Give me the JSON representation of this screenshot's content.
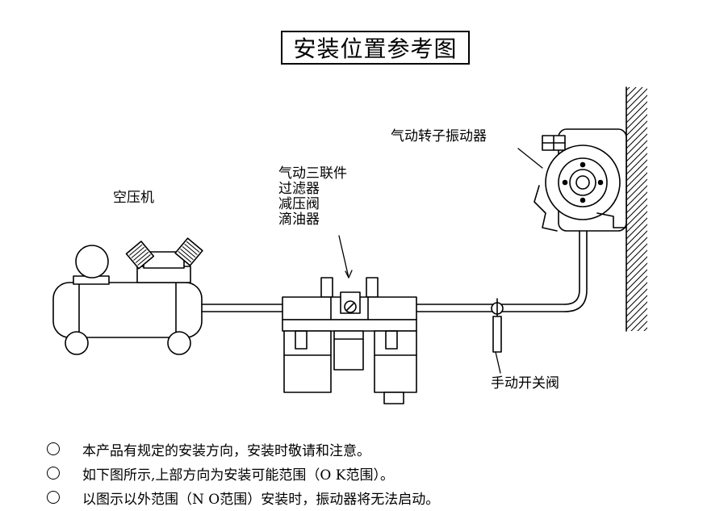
{
  "title": "安装位置参考图",
  "labels": {
    "compressor": "空压机",
    "frl_lines": [
      "气动三联件",
      "过滤器",
      "减压阀",
      "滴油器"
    ],
    "vibrator": "气动转子振动器",
    "valve": "手动开关阀"
  },
  "notes": [
    "本产品有规定的安装方向，安装时敬请和注意。",
    "如下图所示,上部方向为安装可能范围（O K范围）。",
    "以图示以外范围（N O范围）安装时，振动器将无法启动。"
  ],
  "icons": {
    "bullet": "circle-bullet-icon"
  }
}
